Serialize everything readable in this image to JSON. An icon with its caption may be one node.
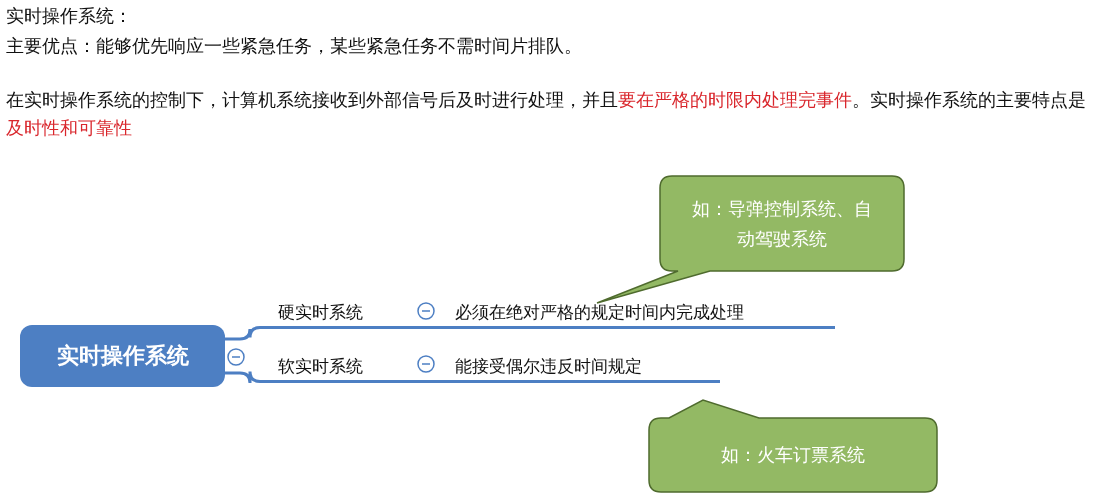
{
  "diagram": {
    "nodes": [
      {
        "text": [
          "实时操作系统"
        ]
      },
      {
        "text": [
          "硬实时系统"
        ]
      },
      {
        "text": [
          "必须在绝对严格的规定时间内完成处理"
        ]
      },
      {
        "text": [
          "软实时系统"
        ]
      },
      {
        "text": [
          "能接受偶尔违反时间规定"
        ]
      },
      {
        "text": [
          "如：导弹控制系统、自动驾驶系统"
        ]
      },
      {
        "text": [
          "如：火车订票系统"
        ]
      }
    ],
    "edges": [
      {
        "from": 0,
        "to": 1,
        "arrow": "none"
      },
      {
        "from": 0,
        "to": 3,
        "arrow": "none"
      },
      {
        "from": 1,
        "to": 2,
        "arrow": "none"
      },
      {
        "from": 3,
        "to": 4,
        "arrow": "none"
      }
    ],
    "labels": [
      "实时操作系统：",
      "主要优点：能够优先响应一些紧急任务，某些紧急任务不需时间片排队。",
      "在实时操作系统的控制下，计算机系统接收到外部信号后及时进行处理，并且**要在严格的时限内处理完事件**。实时操作系统的主要特点是**及时性和可靠性**"
    ]
  }
}
